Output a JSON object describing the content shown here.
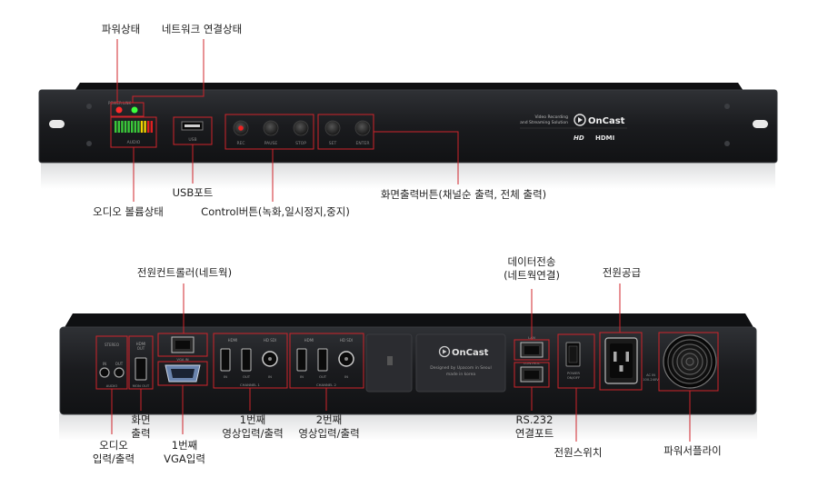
{
  "front": {
    "callouts": {
      "power_status": "파워상태",
      "network_status": "네트워크 연결상태",
      "audio_volume_status": "오디오 볼륨상태",
      "usb_port": "USB포트",
      "control_buttons": "Control버튼(녹화,일시정지,중지)",
      "display_output_buttons": "화면출력버튼(채널순 출력, 전체 출력)"
    },
    "panel": {
      "led_caption": "POWER   LINK",
      "audio_caption": "AUDIO",
      "usb_caption": "USB",
      "buttons": [
        "REC",
        "PAUSE",
        "STOP",
        "SET",
        "ENTER"
      ],
      "tagline_1": "Video Recording",
      "tagline_2": "and Streaming Solution",
      "brand": "OnCast",
      "hd_badge": "HD",
      "hdmi_badge": "HDMI"
    }
  },
  "rear": {
    "callouts": {
      "power_controller": "전원컨트롤러(네트웍)",
      "data_transfer": "데이터전송\n(네트웍연결)",
      "power_supply": "전원공급",
      "audio_io": "오디오\n입력/출력",
      "display_output": "화면\n출력",
      "vga_input_1": "1번째\nVGA입력",
      "video_io_1": "1번째\n영상입력/출력",
      "video_io_2": "2번째\n영상입력/출력",
      "rs232_port": "RS.232\n연결포트",
      "power_switch": "전원스위치",
      "power_supply_unit": "파워서플라이"
    },
    "panel": {
      "stereo": "STEREO",
      "in": "IN",
      "out": "OUT",
      "audio": "AUDIO",
      "hdmi_out": "HDMI\nOUT",
      "mon_out": "MON OUT",
      "vga_in": "VGA IN",
      "hdmi": "HDMI",
      "hd_sdi": "HD SDI",
      "channel_1": "CHANNEL 1",
      "channel_2": "CHANNEL 2",
      "lan": "LAN",
      "control": "CONTROL",
      "brand": "OnCast",
      "designed_1": "Designed by Upacom in Seoul",
      "designed_2": "made in korea",
      "power_on_off": "POWER\nON/OFF",
      "ac_in": "AC IN\n100-240V"
    }
  },
  "colors": {
    "callout_line": "#d0242b",
    "chassis": "#1c1d20",
    "chassis_edge": "#2e3034",
    "text": "#222222",
    "led_red": "#ff2a2a",
    "led_green": "#3cff3c",
    "meter_green": "#3ac83a",
    "meter_yellow": "#f2d300",
    "meter_red": "#e02020"
  },
  "icons": {
    "brand_logo": "play-circle-icon",
    "usb_port": "usb-icon",
    "lan_port": "ethernet-port-icon",
    "fan": "fan-icon",
    "power_inlet": "power-inlet-icon"
  }
}
